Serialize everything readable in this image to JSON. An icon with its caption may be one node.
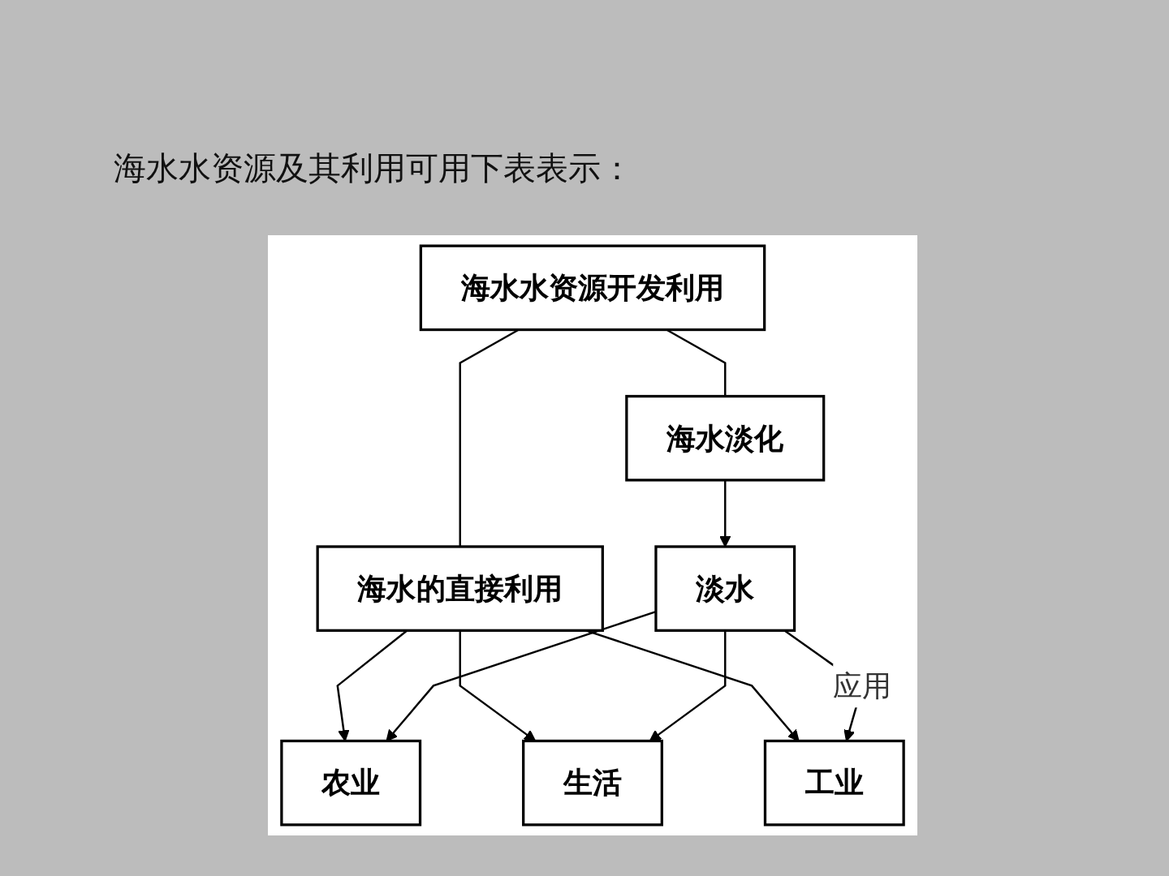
{
  "diagram": {
    "title": "海水水资源及其利用可用下表表示：",
    "nodes": [
      {
        "text": [
          "海水水资源开发利用"
        ]
      },
      {
        "text": [
          "海水的直接利用"
        ]
      },
      {
        "text": [
          "海水淡化"
        ]
      },
      {
        "text": [
          "农业"
        ]
      },
      {
        "text": [
          "生活"
        ]
      },
      {
        "text": [
          "工业"
        ]
      },
      {
        "text": [
          "淡水"
        ]
      }
    ],
    "edges": [
      {
        "from": 0,
        "to": 1,
        "arrow": "none"
      },
      {
        "from": 0,
        "to": 2,
        "arrow": "none"
      },
      {
        "from": 1,
        "to": 3,
        "arrow": "to"
      },
      {
        "from": 1,
        "to": 4,
        "arrow": "to"
      },
      {
        "from": 1,
        "to": 5,
        "arrow": "to"
      },
      {
        "from": 2,
        "to": 6,
        "arrow": "to"
      },
      {
        "from": 6,
        "to": 3,
        "arrow": "to"
      },
      {
        "from": 6,
        "to": 4,
        "arrow": "to"
      },
      {
        "from": 6,
        "to": 5,
        "arrow": "to",
        "label": "应用"
      }
    ]
  }
}
